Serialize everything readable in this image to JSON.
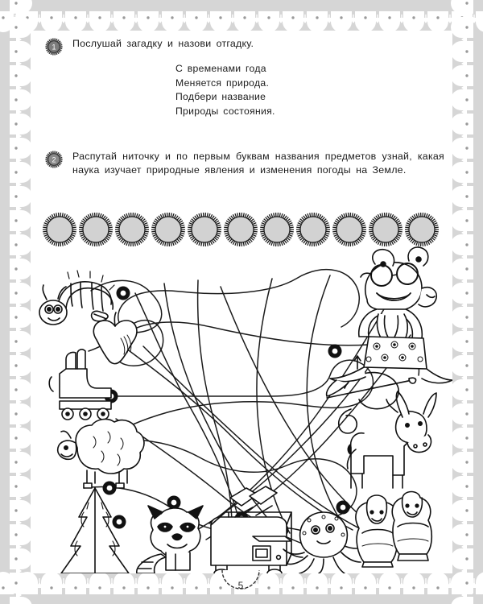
{
  "page": {
    "number": "5",
    "language": "ru",
    "paper_color": "#ffffff",
    "border_color": "#d6d6d6",
    "ink_color": "#1b1b1b"
  },
  "tasks": [
    {
      "number": "1",
      "badge_icon": "numbered-sun-badge-icon",
      "instruction": "Послушай загадку и назови отгадку.",
      "riddle": [
        "С временами года",
        "Меняется природа.",
        "Подбери название",
        "Природы состояния."
      ]
    },
    {
      "number": "2",
      "badge_icon": "numbered-sun-badge-icon",
      "instruction": "Распутай ниточку и по первым буквам названия предметов узнай, какая наука изучает природные явления и изменения погоды на Земле.",
      "riddle": []
    }
  ],
  "divider": {
    "name": "spiky-circles-divider",
    "count": 11,
    "fill": "#d2d2d2",
    "stroke": "#1b1b1b"
  },
  "puzzle": {
    "name": "tangled-thread-maze",
    "connector_count": 12,
    "line_color": "#1b1b1b",
    "items": [
      {
        "id": "caterpillar",
        "label": "Гусеница",
        "icon": "caterpillar-icon",
        "side": "left"
      },
      {
        "id": "apple",
        "label": "Яблоко",
        "icon": "apple-icon",
        "side": "left"
      },
      {
        "id": "roller-skate",
        "label": "Ролики",
        "icon": "roller-skate-icon",
        "side": "left"
      },
      {
        "id": "sheep",
        "label": "Овца",
        "icon": "sheep-icon",
        "side": "left"
      },
      {
        "id": "fir-tree",
        "label": "Ёлка",
        "icon": "fir-tree-icon",
        "side": "left"
      },
      {
        "id": "raccoon",
        "label": "Енот",
        "icon": "raccoon-icon",
        "side": "bottom"
      },
      {
        "id": "toaster",
        "label": "Тостер",
        "icon": "toaster-icon",
        "side": "bottom"
      },
      {
        "id": "octopus",
        "label": "Осьминог",
        "icon": "octopus-icon",
        "side": "bottom"
      },
      {
        "id": "matryoshka",
        "label": "Матрёшка",
        "icon": "matryoshka-icon",
        "side": "bottom-right"
      },
      {
        "id": "donkey",
        "label": "Ослик",
        "icon": "donkey-icon",
        "side": "right"
      },
      {
        "id": "needle-thread",
        "label": "Игла с ниткой",
        "icon": "needle-thread-icon",
        "side": "right"
      },
      {
        "id": "frog-teacher",
        "label": "Лягушка в очках",
        "icon": "frog-teacher-icon",
        "side": "right"
      }
    ]
  }
}
